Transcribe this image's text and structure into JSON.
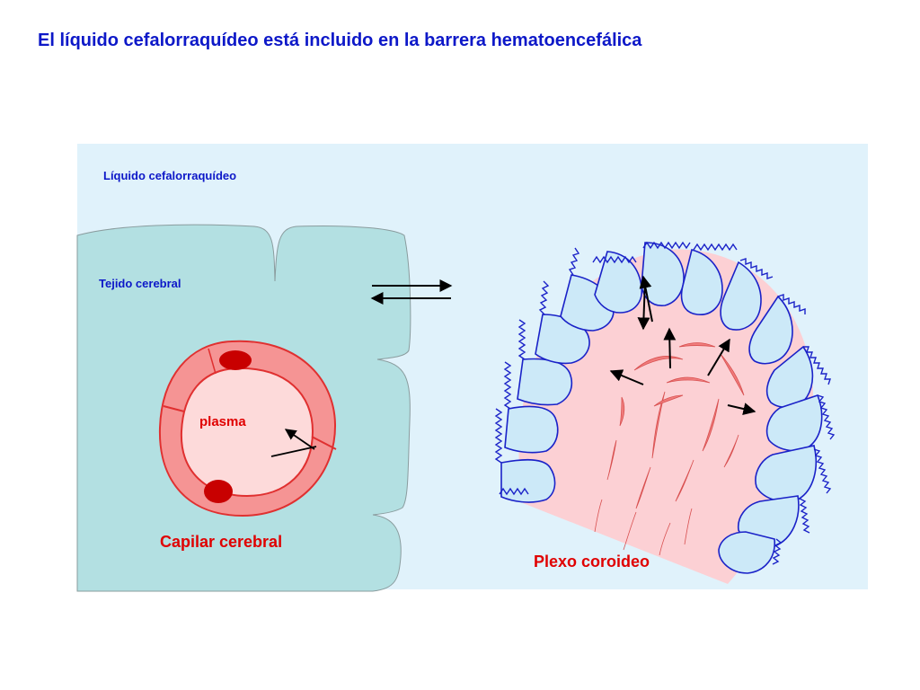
{
  "title": "El líquido cefalorraquídeo está incluido en la barrera hematoencefálica",
  "labels": {
    "csf": "Líquido cefalorraquídeo",
    "brain_tissue": "Tejido cerebral",
    "plasma": "plasma",
    "capillary": "Capilar cerebral",
    "choroid_plexus": "Plexo coroideo"
  },
  "colors": {
    "title": "#0d18c8",
    "label_blue": "#0d18c8",
    "label_red": "#e00000",
    "csf_bg": "#e0f2fb",
    "brain_tissue": "#b3e0e2",
    "capillary_wall": "#f59494",
    "plasma": "#fddada",
    "nucleus": "#c80000",
    "plexus_stroma": "#fcd0d4",
    "plexus_cells": "#cce9f8",
    "plexus_outline": "#1a22c8"
  }
}
